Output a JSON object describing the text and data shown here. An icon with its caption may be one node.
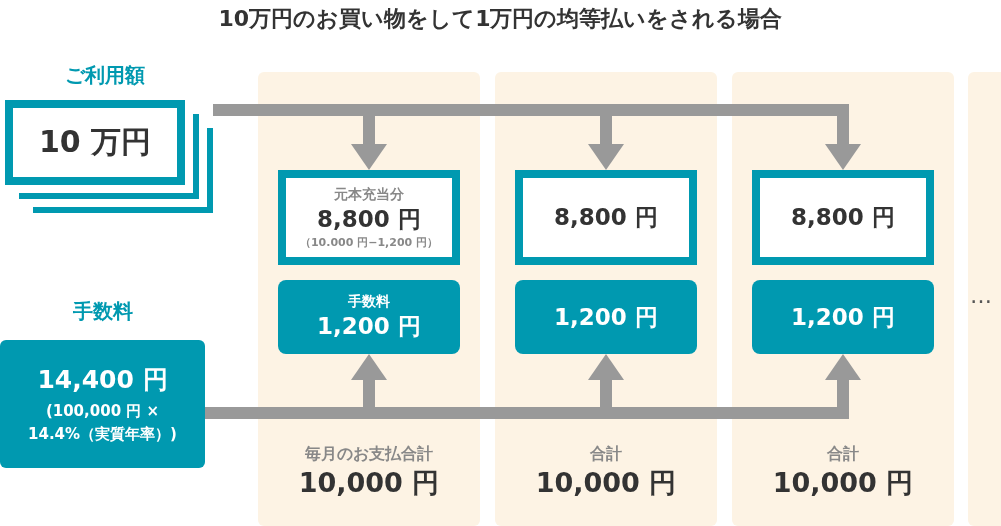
{
  "diagram": {
    "title": "10万円のお買い物をして1万円の均等払いをされる場合",
    "nodes": [
      {
        "text": [
          "10 万円"
        ],
        "beside": [
          "ご利用額"
        ]
      },
      {
        "text": [
          "14,400 円",
          "(100,000 円 × 14.4%（実質年率）)"
        ],
        "beside": [
          "手数料"
        ]
      },
      {
        "text": [
          "毎月のお支払合計",
          "10,000 円"
        ]
      },
      {
        "text": [
          "元本充当分",
          "8,800 円",
          "（10.000 円−1,200 円）"
        ],
        "in": 2
      },
      {
        "text": [
          "手数料",
          "1,200 円"
        ],
        "in": 2
      },
      {
        "text": [
          "合計",
          "10,000 円"
        ]
      },
      {
        "text": [
          "8,800 円"
        ],
        "in": 5
      },
      {
        "text": [
          "1,200 円"
        ],
        "in": 5
      },
      {
        "text": [
          "合計",
          "10,000 円"
        ]
      },
      {
        "text": [
          "8,800 円"
        ],
        "in": 8
      },
      {
        "text": [
          "1,200 円"
        ],
        "in": 8
      },
      {
        "text": [],
        "shape": "box"
      }
    ],
    "edges": [
      {
        "from": 0,
        "to": 3,
        "arrow": "to"
      },
      {
        "from": 0,
        "to": 6,
        "arrow": "to"
      },
      {
        "from": 0,
        "to": 9,
        "arrow": "to"
      },
      {
        "from": 1,
        "to": 4,
        "arrow": "to"
      },
      {
        "from": 1,
        "to": 7,
        "arrow": "to"
      },
      {
        "from": 1,
        "to": 10,
        "arrow": "to"
      }
    ],
    "labels": [
      "…"
    ]
  }
}
